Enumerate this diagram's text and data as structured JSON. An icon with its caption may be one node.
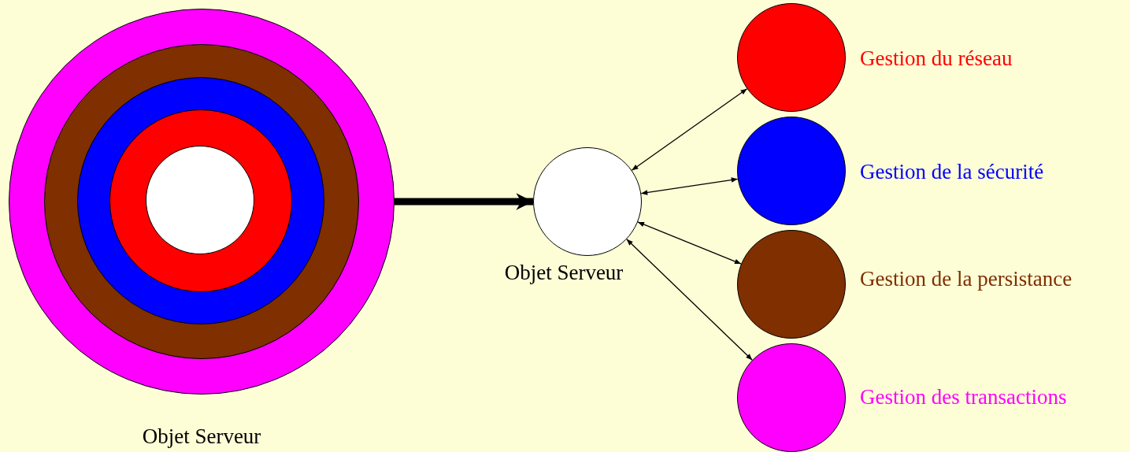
{
  "diagram": {
    "nodes": [
      {
        "text": [],
        "shape": "circle",
        "beside": [
          "Objet Serveur"
        ]
      },
      {
        "text": [],
        "shape": "circle",
        "in": 0
      },
      {
        "text": [],
        "shape": "circle",
        "in": 1
      },
      {
        "text": [],
        "shape": "circle",
        "in": 2
      },
      {
        "text": [],
        "shape": "circle",
        "in": 3
      },
      {
        "text": [],
        "shape": "circle",
        "beside": [
          "Objet Serveur"
        ]
      },
      {
        "text": [],
        "shape": "circle",
        "beside": [
          "Gestion du réseau"
        ]
      },
      {
        "text": [],
        "shape": "circle",
        "beside": [
          "Gestion de la sécurité"
        ]
      },
      {
        "text": [],
        "shape": "circle",
        "beside": [
          "Gestion de la persistance"
        ]
      },
      {
        "text": [],
        "shape": "circle",
        "beside": [
          "Gestion des transactions"
        ]
      }
    ],
    "edges": [
      {
        "from": 0,
        "to": 5,
        "arrow": "to",
        "style": "thick"
      },
      {
        "from": 5,
        "to": 6,
        "arrow": "both"
      },
      {
        "from": 5,
        "to": 7,
        "arrow": "both"
      },
      {
        "from": 5,
        "to": 8,
        "arrow": "both"
      },
      {
        "from": 5,
        "to": 9,
        "arrow": "both"
      }
    ]
  }
}
